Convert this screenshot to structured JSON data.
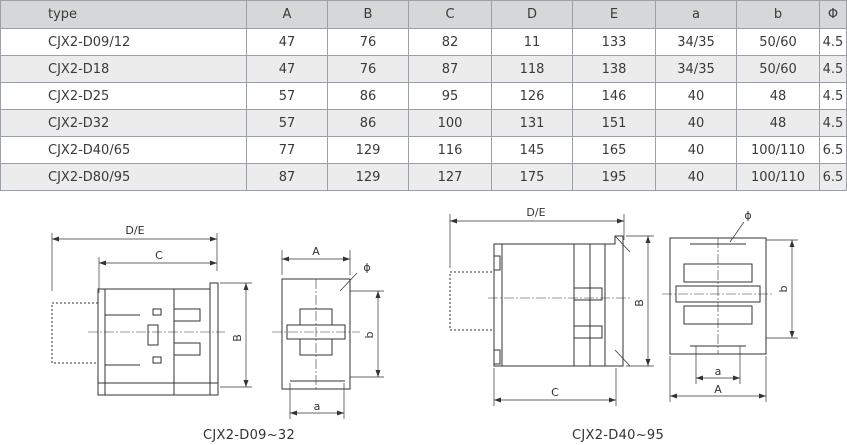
{
  "table": {
    "headers": [
      "type",
      "A",
      "B",
      "C",
      "D",
      "E",
      "a",
      "b",
      "Φ"
    ],
    "rows": [
      [
        "CJX2-D09/12",
        "47",
        "76",
        "82",
        "11",
        "133",
        "34/35",
        "50/60",
        "4.5"
      ],
      [
        "CJX2-D18",
        "47",
        "76",
        "87",
        "118",
        "138",
        "34/35",
        "50/60",
        "4.5"
      ],
      [
        "CJX2-D25",
        "57",
        "86",
        "95",
        "126",
        "146",
        "40",
        "48",
        "4.5"
      ],
      [
        "CJX2-D32",
        "57",
        "86",
        "100",
        "131",
        "151",
        "40",
        "48",
        "4.5"
      ],
      [
        "CJX2-D40/65",
        "77",
        "129",
        "116",
        "145",
        "165",
        "40",
        "100/110",
        "6.5"
      ],
      [
        "CJX2-D80/95",
        "87",
        "129",
        "127",
        "175",
        "195",
        "40",
        "100/110",
        "6.5"
      ]
    ]
  },
  "drawing_small": {
    "dim_DE": "D/E",
    "dim_C": "C",
    "dim_B": "B",
    "dim_A": "A",
    "dim_b": "b",
    "dim_a": "a",
    "dim_phi": "ϕ",
    "caption": "CJX2-D09~32"
  },
  "drawing_large": {
    "dim_DE": "D/E",
    "dim_C": "C",
    "dim_B": "B",
    "dim_A": "A",
    "dim_b": "b",
    "dim_a": "a",
    "dim_phi": "ϕ",
    "caption": "CJX2-D40~95"
  }
}
